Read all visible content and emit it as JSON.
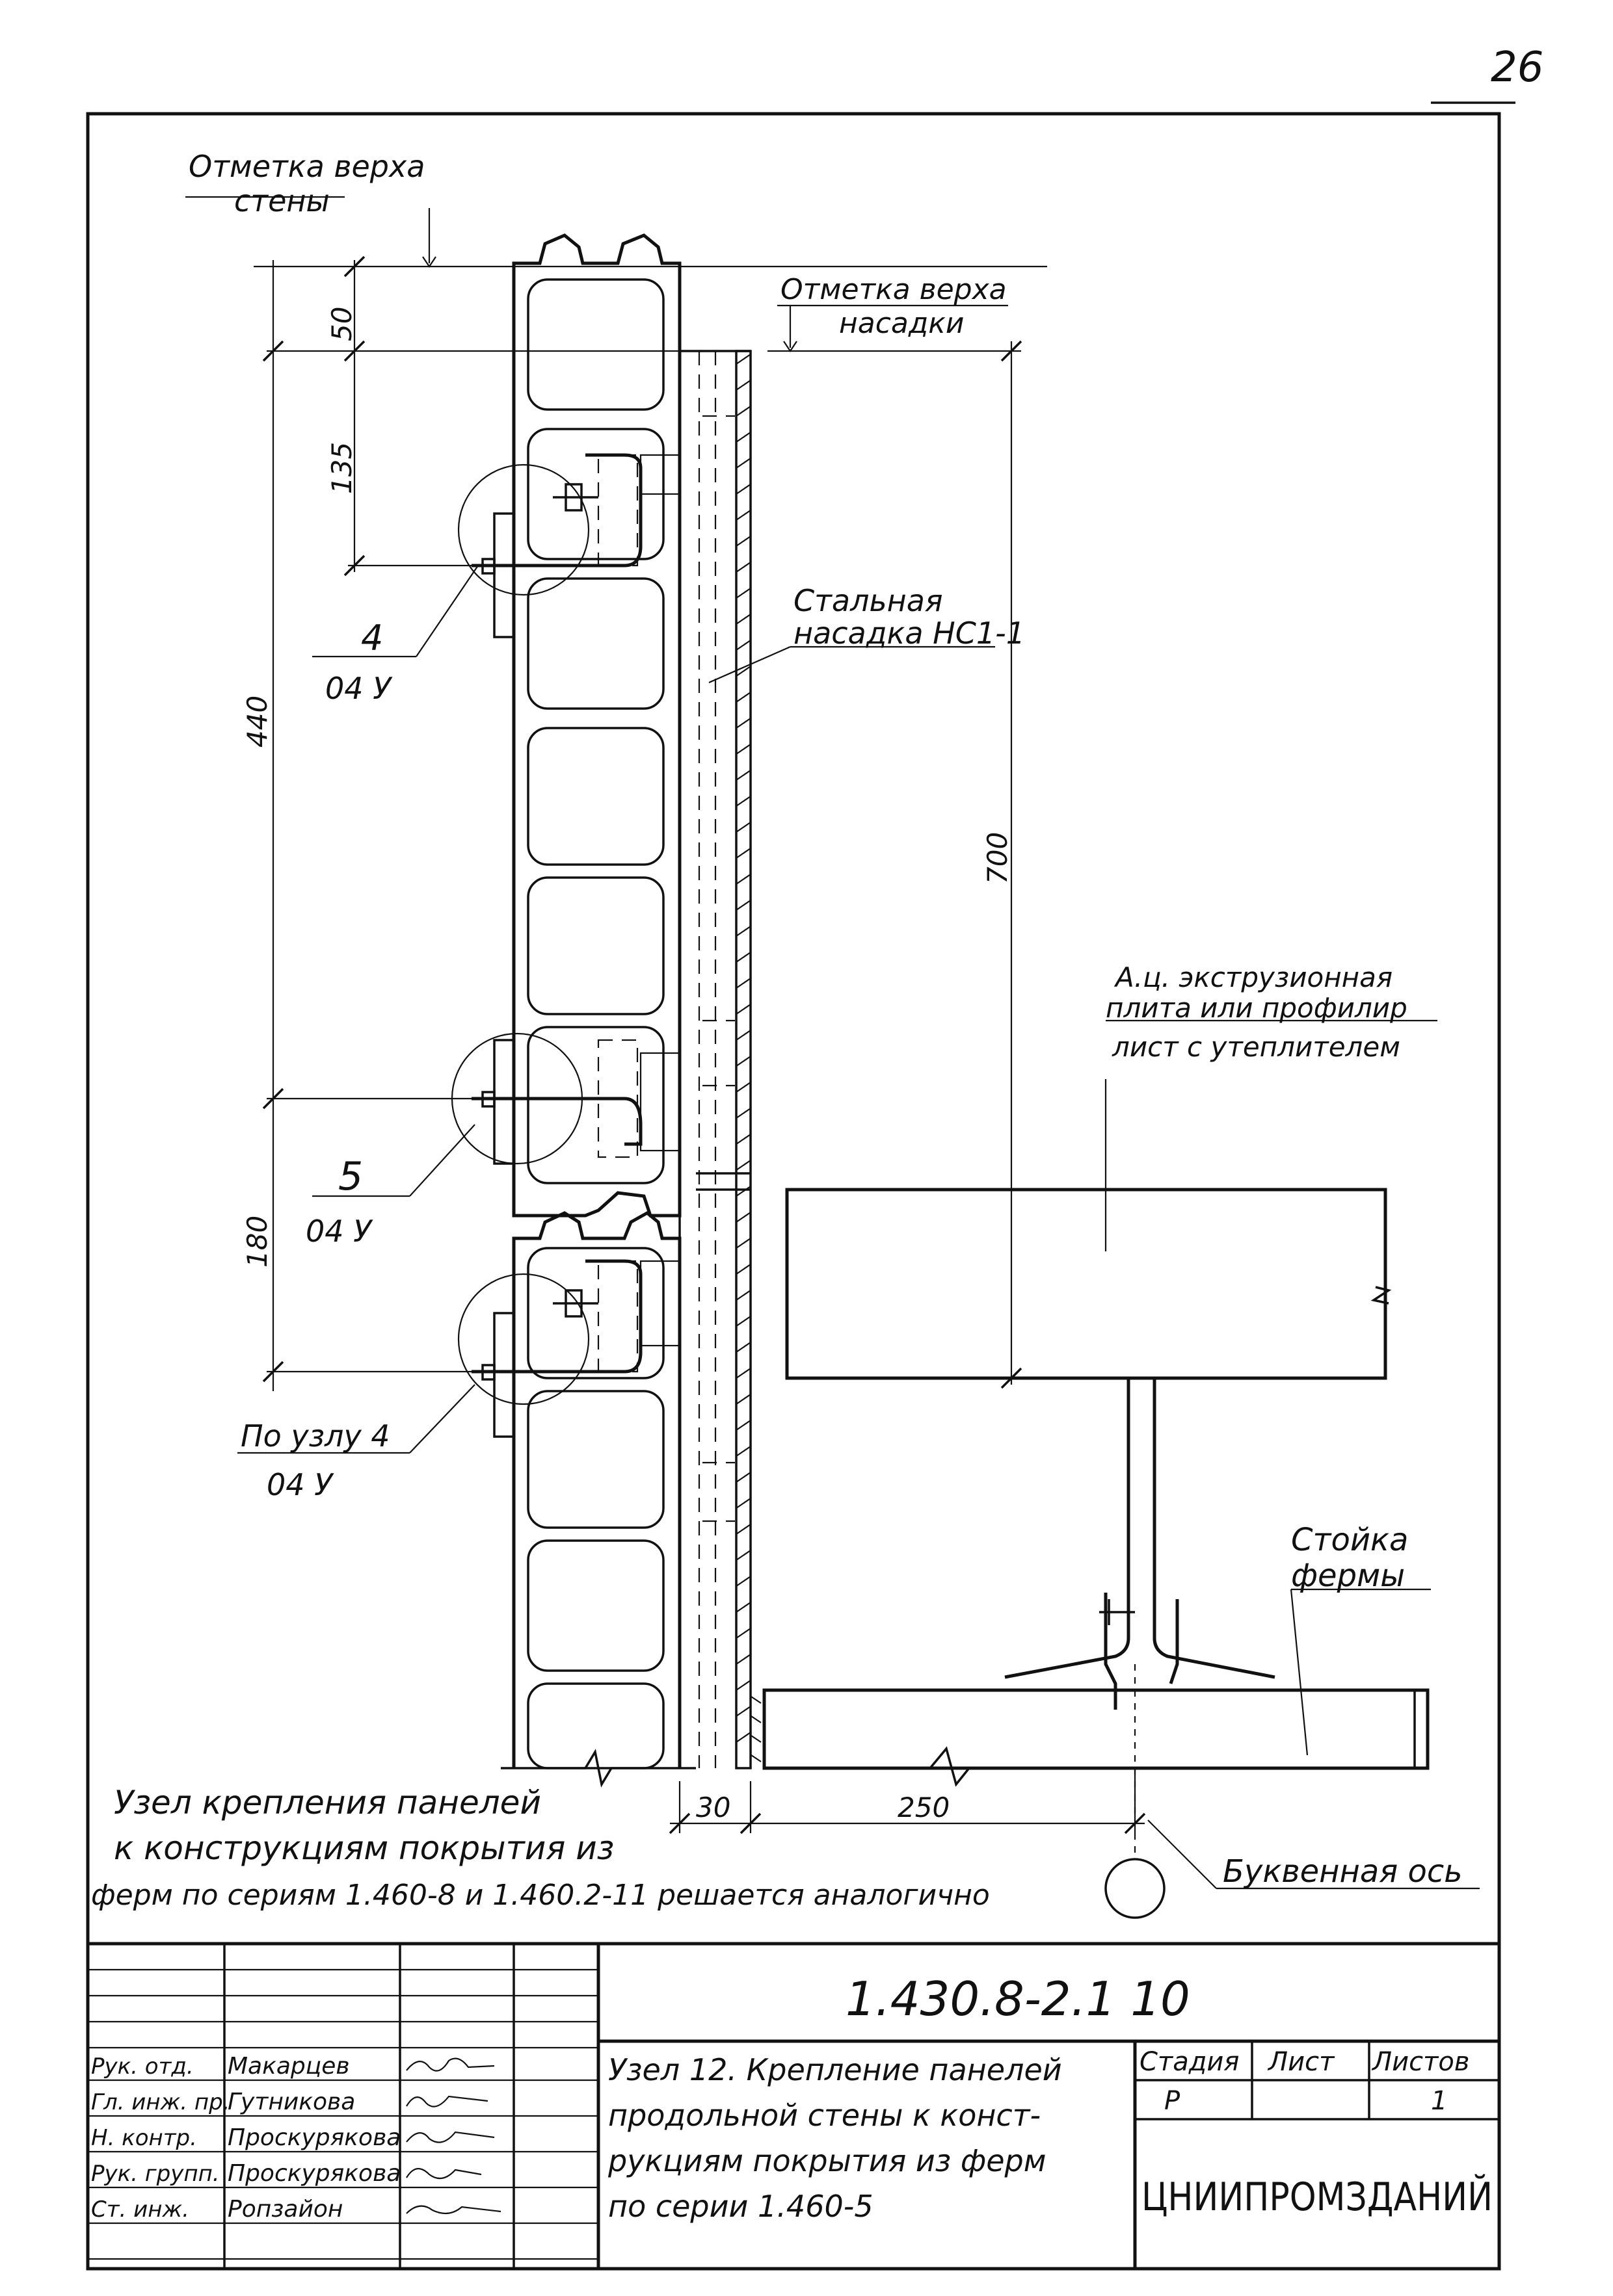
{
  "sheet": {
    "page_number": "26"
  },
  "labels": {
    "wall_top_mark": [
      "Отметка верха",
      "стены"
    ],
    "cap_top_mark": [
      "Отметка верха",
      "насадки"
    ],
    "steel_cap": [
      "Стальная",
      "насадка НС1-1"
    ],
    "panel": [
      "А.ц. экструзионная",
      "плита или профилир",
      "лист с утеплителем"
    ],
    "truss_post": [
      "Стойка",
      "фермы"
    ],
    "letter_axis": "Буквенная ось",
    "node4_num": "4",
    "node4_sheet": "04 У",
    "node5_num": "5",
    "node5_sheet": "04 У",
    "node4_ref": "По узлу 4",
    "node4_ref_sheet": "04 У"
  },
  "dimensions": {
    "d50": "50",
    "d135": "135",
    "d440": "440",
    "d180": "180",
    "d700": "700",
    "d30": "30",
    "d250": "250"
  },
  "note": [
    "Узел крепления панелей",
    "к конструкциям покрытия из",
    "ферм по сериям 1.460-8 и 1.460.2-11 решается аналогично"
  ],
  "title_block": {
    "code": "1.430.8-2.1 10",
    "roles": [
      "Рук. отд.",
      "Гл. инж. пр.",
      "Н. контр.",
      "Рук. групп.",
      "Ст. инж."
    ],
    "names": [
      "Макарцев",
      "Гутникова",
      "Проскурякова",
      "Проскурякова",
      "Ропзайон"
    ],
    "title": [
      "Узел 12. Крепление панелей",
      "продольной стены к конст-",
      "рукциям покрытия из ферм",
      "по серии 1.460-5"
    ],
    "stage_header": "Стадия",
    "sheet_header": "Лист",
    "sheets_header": "Листов",
    "stage": "Р",
    "sheet": "",
    "sheets": "1",
    "org": "ЦНИИПРОМЗДАНИЙ"
  }
}
